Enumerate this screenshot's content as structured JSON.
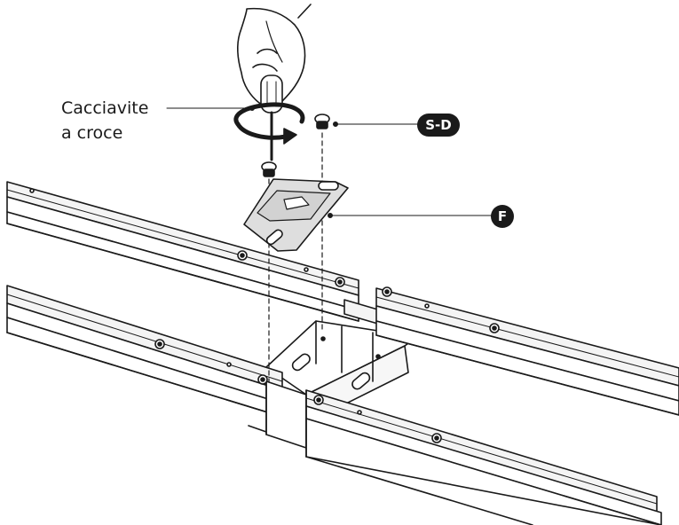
{
  "callouts": {
    "tool_line1": "Cacciavite",
    "tool_line2": "a croce",
    "screw_badge": "S-D",
    "plate_badge": "F"
  },
  "colors": {
    "ink": "#1a1a1a",
    "plate_fill": "#dedede",
    "frame_fill": "#ffffff",
    "top_face": "#f4f4f4"
  },
  "icons": [
    "hand-with-screwdriver",
    "rotation-arrow-icon",
    "screw-icon",
    "bracket-plate"
  ]
}
